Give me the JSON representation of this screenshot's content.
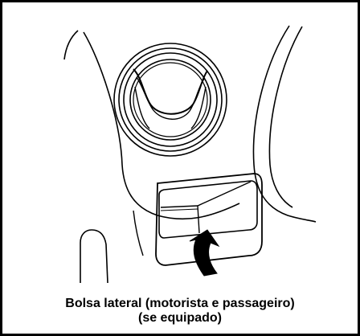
{
  "illustration": {
    "subject": "side-pocket-illustration",
    "caption_line1": "Bolsa lateral (motorista e passageiro)",
    "caption_line2": "(se equipado)",
    "colors": {
      "line": "#000000",
      "background": "#ffffff"
    }
  }
}
